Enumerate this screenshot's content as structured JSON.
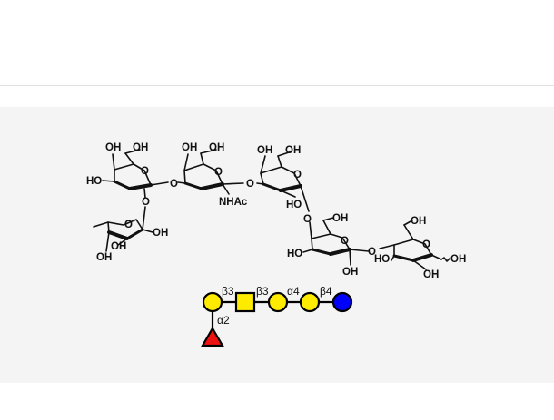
{
  "structure": {
    "labels": {
      "fuc_oh_1": "OH",
      "fuc_oh_2": "OH",
      "fuc_oh_3": "OH",
      "fuc_ring_o": "O",
      "fuc_link_o": "O",
      "gal1_oh_4a": "OH",
      "gal1_oh_6": "OH",
      "gal1_ho": "HO",
      "gal1_ring_o": "O",
      "gal1_link_o": "O",
      "glcnac_oh_4": "OH",
      "glcnac_oh_6": "OH",
      "glcnac_ring_o": "O",
      "glcnac_nhac": "NHAc",
      "glcnac_link_o": "O",
      "gal2_oh_4": "OH",
      "gal2_oh_6": "OH",
      "gal2_ring_o": "O",
      "gal2_ho": "HO",
      "gal2_link_o": "O",
      "gal3_oh_6": "OH",
      "gal3_ring_o": "O",
      "gal3_ho": "HO",
      "gal3_oh_2": "OH",
      "gal3_link_o": "O",
      "glc_oh_6": "OH",
      "glc_ring_o": "O",
      "glc_ho": "HO",
      "glc_oh_2": "OH",
      "glc_oh_1": "OH"
    }
  },
  "glycan": {
    "linkages": [
      "β3",
      "β3",
      "α4",
      "β4",
      "α2"
    ],
    "colors": {
      "galactose": "#ffeb00",
      "n_acetyl": "#ffeb00",
      "glucose": "#0000ff",
      "fucose": "#ee1111",
      "outline": "#000000"
    },
    "residue_icons": [
      "gal-circle-icon",
      "glcnac-square-icon",
      "gal-circle-icon",
      "gal-circle-icon",
      "glc-circle-icon",
      "fuc-triangle-icon"
    ]
  }
}
